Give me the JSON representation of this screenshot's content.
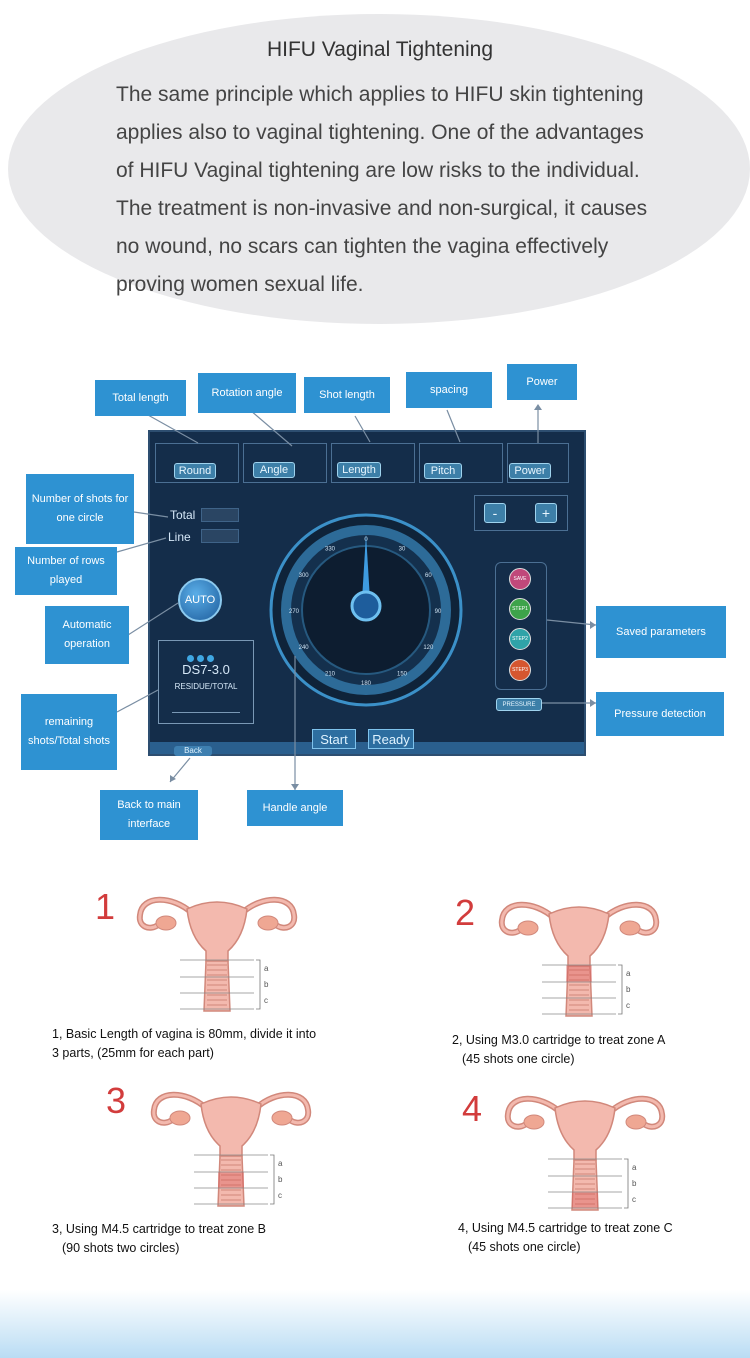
{
  "intro": {
    "title": "HIFU Vaginal Tightening",
    "lines": [
      "The same principle which applies to HIFU skin tightening",
      "applies also to vaginal tightening. One of the advantages",
      "of HIFU Vaginal tightening are low risks to the individual.",
      "The treatment is non-invasive and non-surgical, it causes",
      "no wound, no scars can tighten the vagina effectively",
      "proving women sexual life."
    ]
  },
  "callouts": {
    "total_length": "Total length",
    "rotation_angle": "Rotation angle",
    "shot_length": "Shot length",
    "spacing": "spacing",
    "power": "Power",
    "shots_per_circle": "Number of shots for one circle",
    "rows_played": "Number of rows played",
    "automatic_operation": "Automatic operation",
    "remaining_shots": "remaining shots/Total shots",
    "back_to_main": "Back to main interface",
    "handle_angle": "Handle angle",
    "saved_parameters": "Saved parameters",
    "pressure_detection": "Pressure detection"
  },
  "screen": {
    "params": [
      "Round",
      "Angle",
      "Length",
      "Pitch",
      "Power"
    ],
    "minus": "-",
    "plus": "+",
    "total_label": "Total",
    "line_label": "Line",
    "auto_label": "AUTO",
    "cartridge": "DS7-3.0",
    "residue_label": "RESIDUE/TOTAL",
    "start_label": "Start",
    "ready_label": "Ready",
    "back_label": "Back",
    "pressure_label": "PRESSURE",
    "dial_ticks": [
      "0",
      "30",
      "60",
      "90",
      "120",
      "150",
      "180",
      "210",
      "240",
      "270",
      "300",
      "330"
    ],
    "saved_buttons": [
      {
        "label": "SAVE",
        "color": "#c0487a"
      },
      {
        "label": "STEP1",
        "color": "#3da34a"
      },
      {
        "label": "STEP2",
        "color": "#2fa3a8"
      },
      {
        "label": "STEP3",
        "color": "#d5562f"
      }
    ]
  },
  "steps": [
    {
      "number": "1",
      "caption_lines": [
        "1,  Basic Length of vagina is 80mm,  divide it into",
        "3 parts,    (25mm for each part)"
      ],
      "highlight_zone": "none"
    },
    {
      "number": "2",
      "caption_lines": [
        "2,  Using M3.0 cartridge to treat zone A",
        "(45 shots one circle)"
      ],
      "highlight_zone": "a"
    },
    {
      "number": "3",
      "caption_lines": [
        "3,  Using M4.5 cartridge to treat zone B",
        "(90  shots two circles)"
      ],
      "highlight_zone": "b"
    },
    {
      "number": "4",
      "caption_lines": [
        "4,  Using M4.5 cartridge to treat zone C",
        "(45 shots one circle)"
      ],
      "highlight_zone": "c"
    }
  ],
  "zone_letters": [
    "a",
    "b",
    "c"
  ],
  "colors": {
    "callout_blue": "#2e92d2",
    "screen_navy": "#142d4a",
    "step_red": "#d23c3c",
    "uterus_pink": "#f3b9ae",
    "uterus_outline": "#d1887b"
  }
}
